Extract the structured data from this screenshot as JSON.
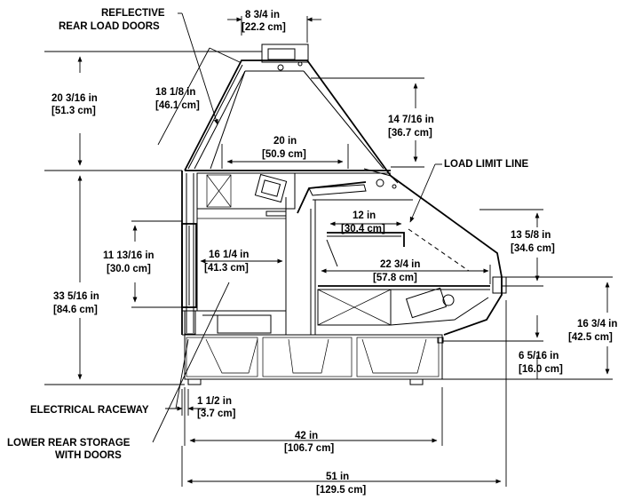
{
  "callouts": {
    "reflective_doors_1": "REFLECTIVE",
    "reflective_doors_2": "REAR LOAD DOORS",
    "load_limit_line": "LOAD LIMIT LINE",
    "electrical_raceway": "ELECTRICAL RACEWAY",
    "lower_storage_1": "LOWER REAR STORAGE",
    "lower_storage_2": "WITH DOORS"
  },
  "dimensions": {
    "top_width_in": "8 3/4 in",
    "top_width_cm": "[22.2 cm]",
    "door_height_in": "20 3/16 in",
    "door_height_cm": "[51.3 cm]",
    "door_length_in": "18 1/8 in",
    "door_length_cm": "[46.1 cm]",
    "canopy_height_in": "14 7/16 in",
    "canopy_height_cm": "[36.7 cm]",
    "upper_depth_in": "20 in",
    "upper_depth_cm": "[50.9 cm]",
    "shelf_depth_in": "12 in",
    "shelf_depth_cm": "[30.4 cm]",
    "front_height_in": "13 5/8 in",
    "front_height_cm": "[34.6 cm]",
    "storage_height_in": "11 13/16 in",
    "storage_height_cm": "[30.0 cm]",
    "storage_depth_in": "16 1/4 in",
    "storage_depth_cm": "[41.3 cm]",
    "deck_depth_in": "22 3/4 in",
    "deck_depth_cm": "[57.8 cm]",
    "base_height_in": "33 5/16 in",
    "base_height_cm": "[84.6 cm]",
    "deck_height_in": "16 3/4 in",
    "deck_height_cm": "[42.5 cm]",
    "bumper_height_in": "6 5/16 in",
    "bumper_height_cm": "[16.0 cm]",
    "raceway_depth_in": "1 1/2 in",
    "raceway_depth_cm": "[3.7 cm]",
    "base_depth_in": "42 in",
    "base_depth_cm": "[106.7 cm]",
    "overall_depth_in": "51 in",
    "overall_depth_cm": "[129.5 cm]"
  }
}
